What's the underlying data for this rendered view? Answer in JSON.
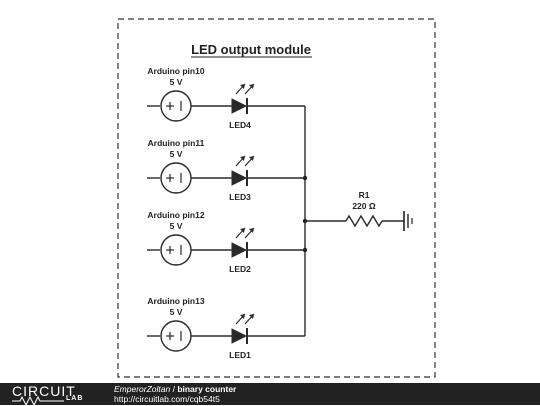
{
  "module": {
    "title": "LED output module"
  },
  "channels": [
    {
      "pin_label": "Arduino pin10",
      "voltage": "5 V",
      "led_label": "LED4"
    },
    {
      "pin_label": "Arduino pin11",
      "voltage": "5 V",
      "led_label": "LED3"
    },
    {
      "pin_label": "Arduino pin12",
      "voltage": "5 V",
      "led_label": "LED2"
    },
    {
      "pin_label": "Arduino pin13",
      "voltage": "5 V",
      "led_label": "LED1"
    }
  ],
  "resistor": {
    "name": "R1",
    "value": "220 Ω"
  },
  "footer": {
    "logo_top": "CIRCUIT",
    "logo_bottom": "LAB",
    "author": "EmperorZoltan",
    "separator": " / ",
    "circuit_title": "binary counter",
    "url": "http://circuitlab.com/cqb54t5"
  }
}
